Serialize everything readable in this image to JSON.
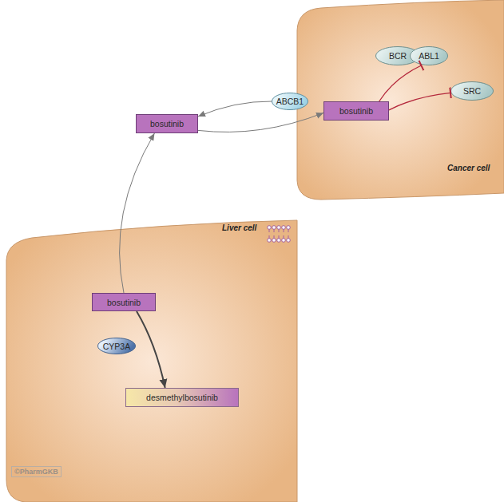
{
  "diagram": {
    "nodes": [
      {
        "text": [
          "Cancer cell"
        ]
      },
      {
        "text": [
          "BCR"
        ],
        "in": 0
      },
      {
        "text": [
          "ABL1"
        ],
        "in": 0
      },
      {
        "text": [
          "SRC"
        ],
        "in": 0
      },
      {
        "text": [
          "ABCB1"
        ],
        "in": 0
      },
      {
        "text": [
          "bosutinib"
        ],
        "in": 0
      },
      {
        "text": [
          "bosutinib"
        ]
      },
      {
        "text": [
          "Liver cell"
        ]
      },
      {
        "text": [
          "bosutinib"
        ],
        "in": 7
      },
      {
        "text": [
          "CYP3A"
        ],
        "in": 7
      },
      {
        "text": [
          "desmethylbosutinib"
        ],
        "in": 7
      }
    ],
    "edges": [
      {
        "from": 6,
        "to": 5,
        "arrow": "to"
      },
      {
        "from": 4,
        "to": 6,
        "arrow": "to"
      },
      {
        "from": 5,
        "to": 2,
        "arrow": "to"
      },
      {
        "from": 5,
        "to": 3,
        "arrow": "to"
      },
      {
        "from": 8,
        "to": 6,
        "arrow": "to"
      },
      {
        "from": 8,
        "to": 10,
        "arrow": "to"
      }
    ],
    "labels": [
      "©PharmGKB"
    ]
  }
}
